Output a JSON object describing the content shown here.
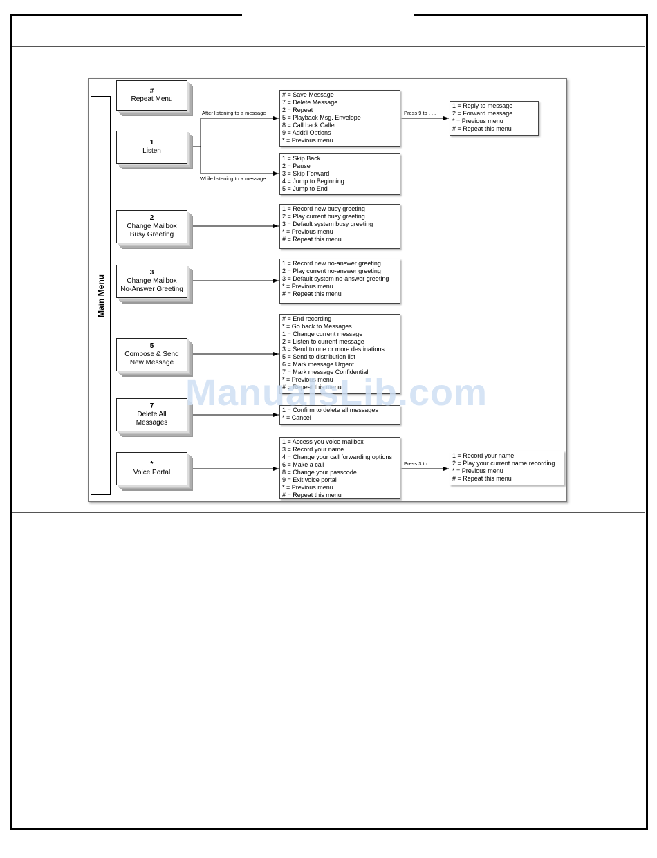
{
  "main_menu_label": "Main Menu",
  "keys": [
    {
      "id": "repeat",
      "key": "#",
      "label": "Repeat Menu"
    },
    {
      "id": "listen",
      "key": "1",
      "label": "Listen"
    },
    {
      "id": "busy",
      "key": "2",
      "label": "Change Mailbox\nBusy Greeting"
    },
    {
      "id": "noanswer",
      "key": "3",
      "label": "Change Mailbox\nNo-Answer Greeting"
    },
    {
      "id": "compose",
      "key": "5",
      "label": "Compose & Send\nNew Message"
    },
    {
      "id": "deleteall",
      "key": "7",
      "label": "Delete All\nMessages"
    },
    {
      "id": "portal",
      "key": "*",
      "label": "Voice Portal"
    }
  ],
  "options": {
    "after_listen": [
      "# = Save Message",
      "7 = Delete Message",
      "2 = Repeat",
      "5 = Playback Msg. Envelope",
      "8 = Call back Caller",
      "9 = Addt'l Options",
      "* = Previous menu"
    ],
    "addl": [
      "1 = Reply to message",
      "2 = Forward message",
      "* = Previous menu",
      "# = Repeat this menu"
    ],
    "while_listen": [
      "1 = Skip Back",
      "2 = Pause",
      "3 = Skip Forward",
      "4 = Jump to Beginning",
      "5 = Jump to End"
    ],
    "busy": [
      "1 = Record new busy greeting",
      "2 = Play current busy greeting",
      "3 = Default system busy greeting",
      "* = Previous menu",
      "# = Repeat this menu"
    ],
    "noanswer": [
      "1 = Record new no-answer greeting",
      "2 = Play current no-answer greeting",
      "3 = Default system no-answer greeting",
      "* = Previous menu",
      "# = Repeat this menu"
    ],
    "compose": [
      "# = End recording",
      "* = Go back to Messages",
      "1 = Change current message",
      "2 = Listen to current message",
      "3 = Send to one or more destinations",
      "5 = Send to distribution list",
      "6 = Mark message Urgent",
      "7 = Mark message Confidential",
      "* = Previous menu",
      "# = Repeat this menu"
    ],
    "deleteall": [
      "1 = Confirm to delete all messages",
      "* = Cancel"
    ],
    "portal": [
      "1 = Access you voice mailbox",
      "3 = Record your name",
      "4 = Change your call forwarding options",
      "6 = Make a call",
      "8 = Change your passcode",
      "9 = Exit voice portal",
      "* = Previous menu",
      "# = Repeat this menu"
    ],
    "portal_sub": [
      "1 = Record your name",
      "2 = Play your current name recording",
      "* = Previous menu",
      "# = Repeat this menu"
    ]
  },
  "labels": {
    "after_listening": "After listening to a message",
    "while_listening": "While listening to a message",
    "press9": "Press 9 to . . .",
    "press3": "Press 3 to . . ."
  },
  "watermark": "ManualsLib.com"
}
